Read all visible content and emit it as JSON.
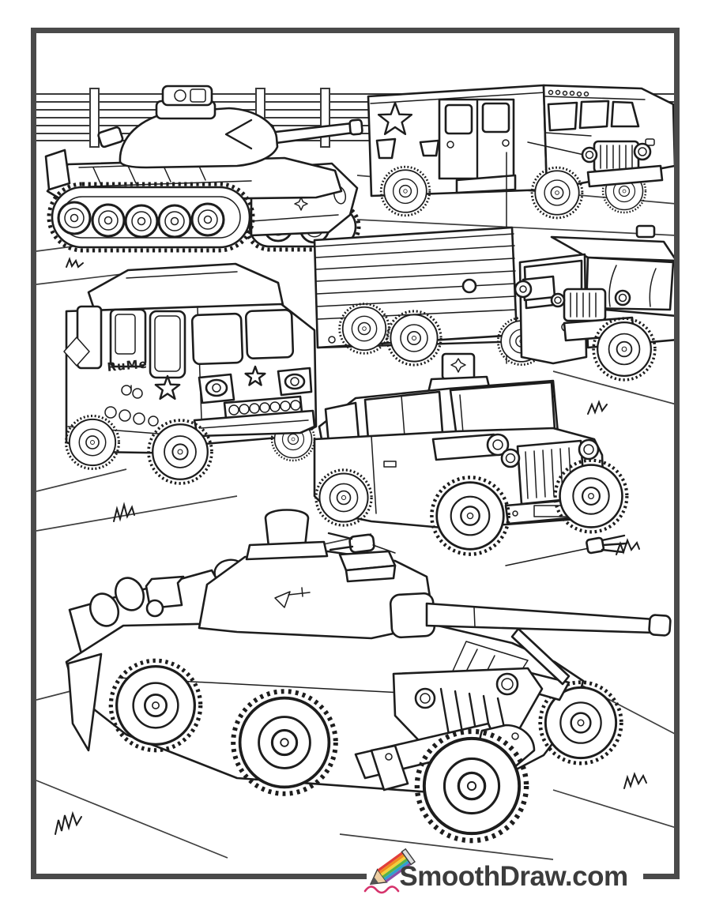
{
  "page": {
    "kind": "printable coloring page",
    "frame_color": "#4a4a4a",
    "ink_color": "#1d1d1d",
    "paper_color": "#ffffff"
  },
  "scene": {
    "subject": "military vehicles parade coloring scene",
    "vehicles": [
      {
        "id": "tank"
      },
      {
        "id": "box-truck"
      },
      {
        "id": "cargo-truck"
      },
      {
        "id": "van"
      },
      {
        "id": "jeep"
      },
      {
        "id": "armored-car"
      }
    ],
    "van": {
      "marking_text": "RuMe"
    }
  },
  "footer": {
    "brand": "SmoothDraw.com",
    "brand_color": "#3c3c3c",
    "squiggle_color": "#d6336c",
    "pencil_colors": [
      "#e23f3a",
      "#f08c1f",
      "#f3d03a",
      "#57b347",
      "#2f9fd0",
      "#8a4fa8"
    ]
  }
}
